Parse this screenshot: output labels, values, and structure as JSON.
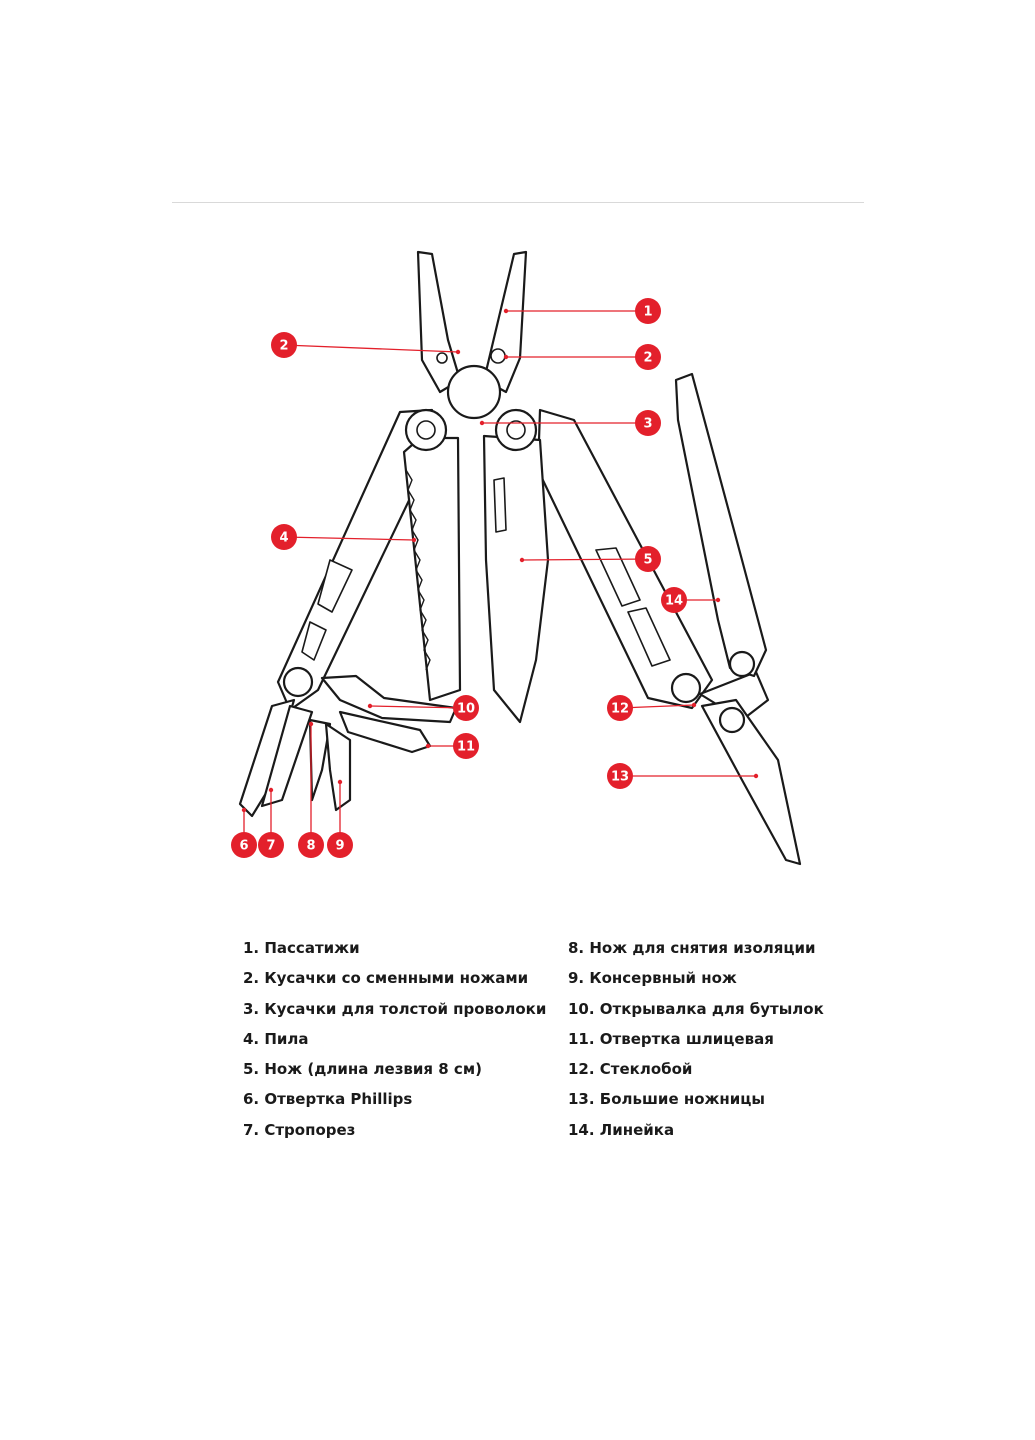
{
  "accent_color": "#e3202b",
  "outline_color": "#1a1a1a",
  "callouts": [
    {
      "num": "1"
    },
    {
      "num": "2"
    },
    {
      "num": "2"
    },
    {
      "num": "3"
    },
    {
      "num": "4"
    },
    {
      "num": "5"
    },
    {
      "num": "14"
    },
    {
      "num": "10"
    },
    {
      "num": "12"
    },
    {
      "num": "11"
    },
    {
      "num": "13"
    },
    {
      "num": "6"
    },
    {
      "num": "7"
    },
    {
      "num": "8"
    },
    {
      "num": "9"
    }
  ],
  "legend": {
    "left": [
      "1. Пассатижи",
      "2. Кусачки со сменными ножами",
      "3. Кусачки для толстой проволоки",
      "4. Пила",
      "5. Нож (длина лезвия 8 см)",
      "6. Отвертка Phillips",
      "7. Стропорез"
    ],
    "right": [
      "8. Нож для снятия изоляции",
      "9. Консервный нож",
      "10. Открывалка для бутылок",
      "11. Отвертка шлицевая",
      "12. Стеклобой",
      "13. Большие ножницы",
      "14. Линейка"
    ]
  }
}
